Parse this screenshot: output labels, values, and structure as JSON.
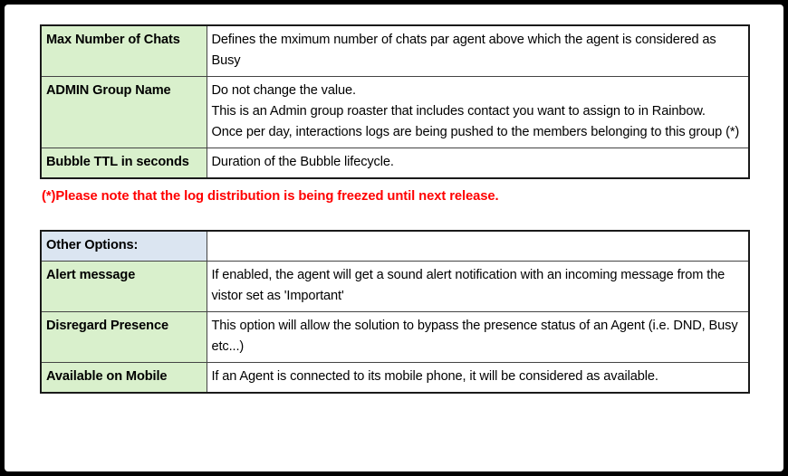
{
  "document": {
    "tables": [
      {
        "name": "settings-table",
        "header_style": "green",
        "rows": [
          {
            "label": "Max Number of Chats",
            "description": "Defines the mximum number of chats par agent above which the agent is considered as Busy"
          },
          {
            "label": "ADMIN Group Name",
            "description": "Do not change the value.\n This is an Admin group roaster that includes contact you want to assign to in Rainbow.\nOnce per day, interactions logs are being pushed to the members belonging to this group (*)"
          },
          {
            "label": "Bubble TTL in seconds",
            "description": "Duration of the Bubble lifecycle."
          }
        ]
      },
      {
        "name": "other-options-table",
        "header_style": "blue",
        "rows": [
          {
            "label": "Other Options:",
            "description": ""
          },
          {
            "label": "Alert message",
            "description": "If enabled, the agent will get a sound alert notification with an incoming message from the vistor set as 'Important'"
          },
          {
            "label": "Disregard Presence",
            "description": "This option will allow the solution to bypass the presence status of an Agent (i.e. DND, Busy etc...)"
          },
          {
            "label": "Available on Mobile",
            "description": "If an Agent is connected to its mobile phone, it will be considered as available."
          }
        ]
      }
    ],
    "note": "(*)Please note that the log distribution is being freezed until next release.",
    "colors": {
      "label_green": "#d9f0cc",
      "label_blue": "#dbe5f1",
      "note_red": "#ff0000",
      "border": "#1a1a1a",
      "page_frame": "#000000"
    }
  }
}
